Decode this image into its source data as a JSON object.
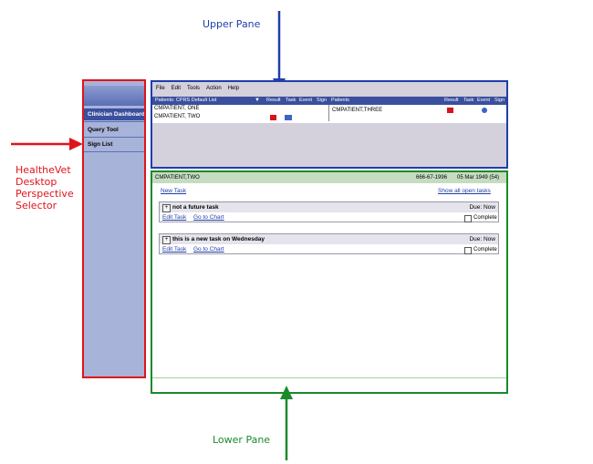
{
  "callouts": {
    "upper": "Upper Pane",
    "lower": "Lower Pane",
    "selector_lines": [
      "HealtheVet",
      "Desktop",
      "Perspective",
      "Selector"
    ]
  },
  "colors": {
    "upper": "#1f3ea8",
    "lower": "#1a8a2a",
    "selector": "#e0141a"
  },
  "sidebar": {
    "items": [
      {
        "label": "Clinician Dashboard",
        "active": true
      },
      {
        "label": "Query Tool",
        "active": false
      },
      {
        "label": "Sign List",
        "active": false
      }
    ]
  },
  "menu": [
    "File",
    "Edit",
    "Tools",
    "Action",
    "Help"
  ],
  "patient_header": {
    "list_name": "Patients: CPRS Default List",
    "cols_left": [
      "Result",
      "Task",
      "Event",
      "Sign"
    ],
    "patients_label": "Patients",
    "cols_right": [
      "Result",
      "Task",
      "Event",
      "Sign"
    ]
  },
  "patients_left": [
    "CMPATIENT, ONE",
    "CMPATIENT, TWO"
  ],
  "patients_right": [
    "CMPATIENT,THREE"
  ],
  "selected_patient": {
    "name": "CMPATIENT,TWO",
    "ssn": "666-67-1996",
    "dob": "05 Mar 1949 (54)"
  },
  "links": {
    "new_task": "New Task",
    "show_all": "Show all open tasks"
  },
  "tasks": [
    {
      "title": "not a future task",
      "due": "Due: Now",
      "edit": "Edit Task",
      "chart": "Go to Chart",
      "complete": "Complete"
    },
    {
      "title": "this is a new task on Wednesday",
      "due": "Due: Now",
      "edit": "Edit Task",
      "chart": "Go to Chart",
      "complete": "Complete"
    }
  ]
}
